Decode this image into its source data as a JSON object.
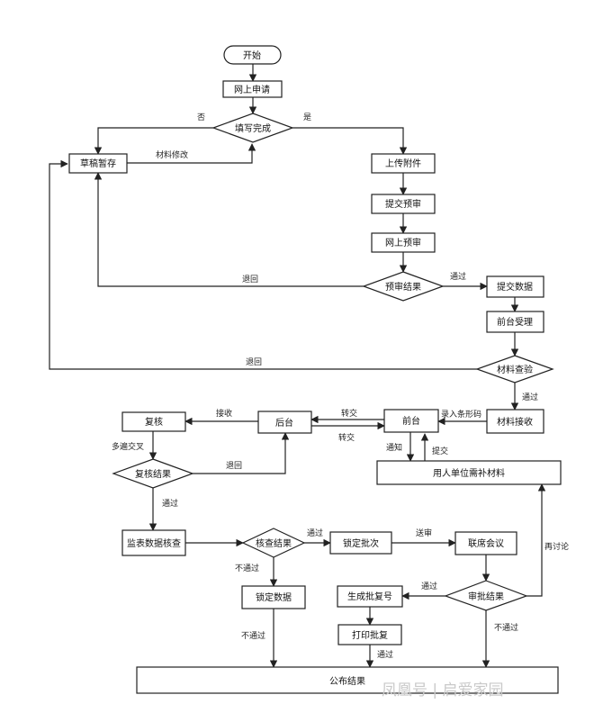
{
  "nodes": {
    "start": "开始",
    "online_apply": "网上申请",
    "fill_complete": "填写完成",
    "draft": "草稿暂存",
    "upload": "上传附件",
    "submit_pre": "提交预审",
    "online_pre": "网上预审",
    "pre_result": "预审结果",
    "submit_data": "提交数据",
    "front_accept": "前台受理",
    "material_check": "材料查验",
    "material_receive": "材料接收",
    "front_desk": "前台",
    "back_desk": "后台",
    "recheck": "复核",
    "recheck_result": "复核结果",
    "table_check": "监表数据核查",
    "check_result": "核查结果",
    "lock_batch": "锁定批次",
    "joint_meeting": "联席会议",
    "approve_result": "审批结果",
    "gen_reply": "生成批复号",
    "print_reply": "打印批复",
    "lock_data": "锁定数据",
    "employer_supplement": "用人单位需补材料",
    "publish": "公布结果"
  },
  "edge_labels": {
    "no": "否",
    "yes": "是",
    "material_modify": "材料修改",
    "return1": "退回",
    "pass1": "通过",
    "return2": "退回",
    "pass2": "通过",
    "record_barcode": "录入条形码",
    "transfer1": "转交",
    "transfer2": "转交",
    "receive": "接收",
    "notify": "通知",
    "submit": "提交",
    "multi_cross": "多遍交叉",
    "return3": "退回",
    "pass3": "通过",
    "pass4": "通过",
    "not_pass1": "不通过",
    "send_review": "送审",
    "rediscuss": "再讨论",
    "pass5": "通过",
    "not_pass2": "不通过",
    "not_pass3": "不通过",
    "pass6": "通过"
  },
  "watermark": "凤凰号 | 启爱家园"
}
